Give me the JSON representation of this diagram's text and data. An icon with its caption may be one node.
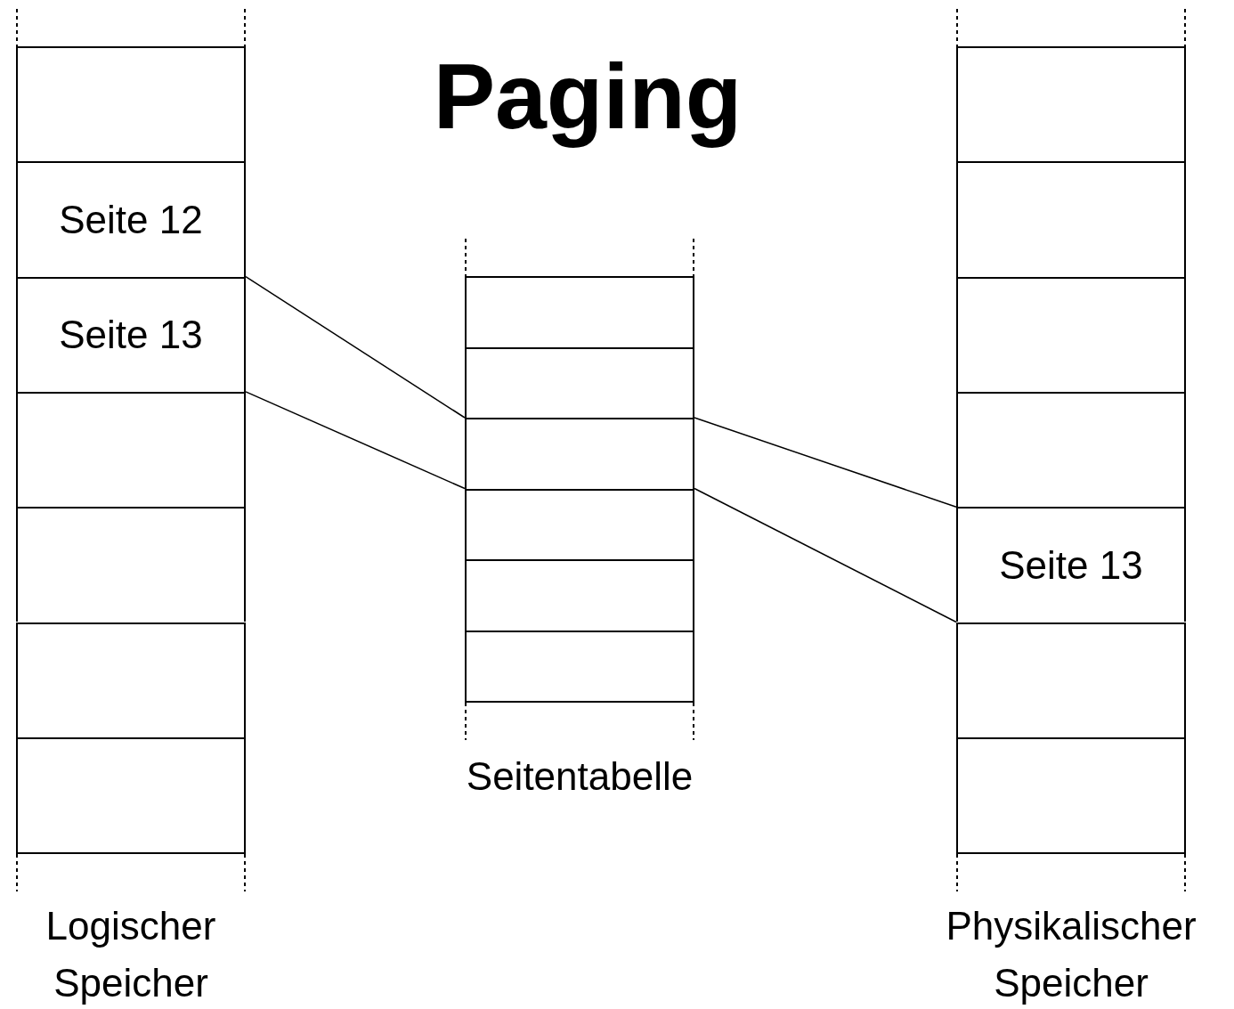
{
  "diagram": {
    "title": "Paging",
    "nodes": [
      {
        "text": [
          "Logischer Speicher"
        ]
      },
      {
        "text": [],
        "shape": "box",
        "in": 0
      },
      {
        "text": [
          "Seite 12"
        ],
        "in": 0
      },
      {
        "text": [
          "Seite 13"
        ],
        "in": 0
      },
      {
        "text": [],
        "shape": "box",
        "in": 0
      },
      {
        "text": [],
        "shape": "box",
        "in": 0
      },
      {
        "text": [],
        "shape": "box",
        "in": 0
      },
      {
        "text": [],
        "shape": "box",
        "in": 0
      },
      {
        "text": [
          "Seitentabelle"
        ]
      },
      {
        "text": [],
        "shape": "box",
        "in": 8
      },
      {
        "text": [],
        "shape": "box",
        "in": 8
      },
      {
        "text": [],
        "shape": "box",
        "in": 8
      },
      {
        "text": [],
        "shape": "box",
        "in": 8
      },
      {
        "text": [],
        "shape": "box",
        "in": 8
      },
      {
        "text": [],
        "shape": "box",
        "in": 8
      },
      {
        "text": [
          "Physikalischer Speicher"
        ]
      },
      {
        "text": [],
        "shape": "box",
        "in": 15
      },
      {
        "text": [],
        "shape": "box",
        "in": 15
      },
      {
        "text": [],
        "shape": "box",
        "in": 15
      },
      {
        "text": [],
        "shape": "box",
        "in": 15
      },
      {
        "text": [
          "Seite 13"
        ],
        "in": 15
      },
      {
        "text": [],
        "shape": "box",
        "in": 15
      },
      {
        "text": [],
        "shape": "box",
        "in": 15
      }
    ],
    "edges": [
      {
        "from": 3,
        "to": 11,
        "arrow": "none"
      },
      {
        "from": 3,
        "to": 11,
        "arrow": "none"
      },
      {
        "from": 11,
        "to": 20,
        "arrow": "none"
      },
      {
        "from": 11,
        "to": 20,
        "arrow": "none"
      }
    ]
  }
}
